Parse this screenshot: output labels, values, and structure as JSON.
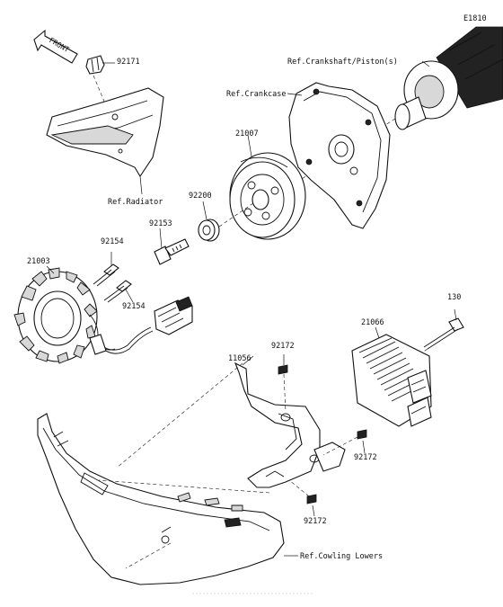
{
  "diagram_code": "E1810",
  "front_arrow_text": "FRONT",
  "references": {
    "crankshaft": "Ref.Crankshaft/Piston(s)",
    "crankcase": "Ref.Crankcase",
    "radiator": "Ref.Radiator",
    "cowling": "Ref.Cowling Lowers"
  },
  "parts": {
    "p92171": "92171",
    "p21007": "21007",
    "p92200": "92200",
    "p92153": "92153",
    "p92154a": "92154",
    "p92154b": "92154",
    "p21003": "21003",
    "p130": "130",
    "p21066": "21066",
    "p11056": "11056",
    "p92172a": "92172",
    "p92172b": "92172",
    "p92172c": "92172"
  }
}
